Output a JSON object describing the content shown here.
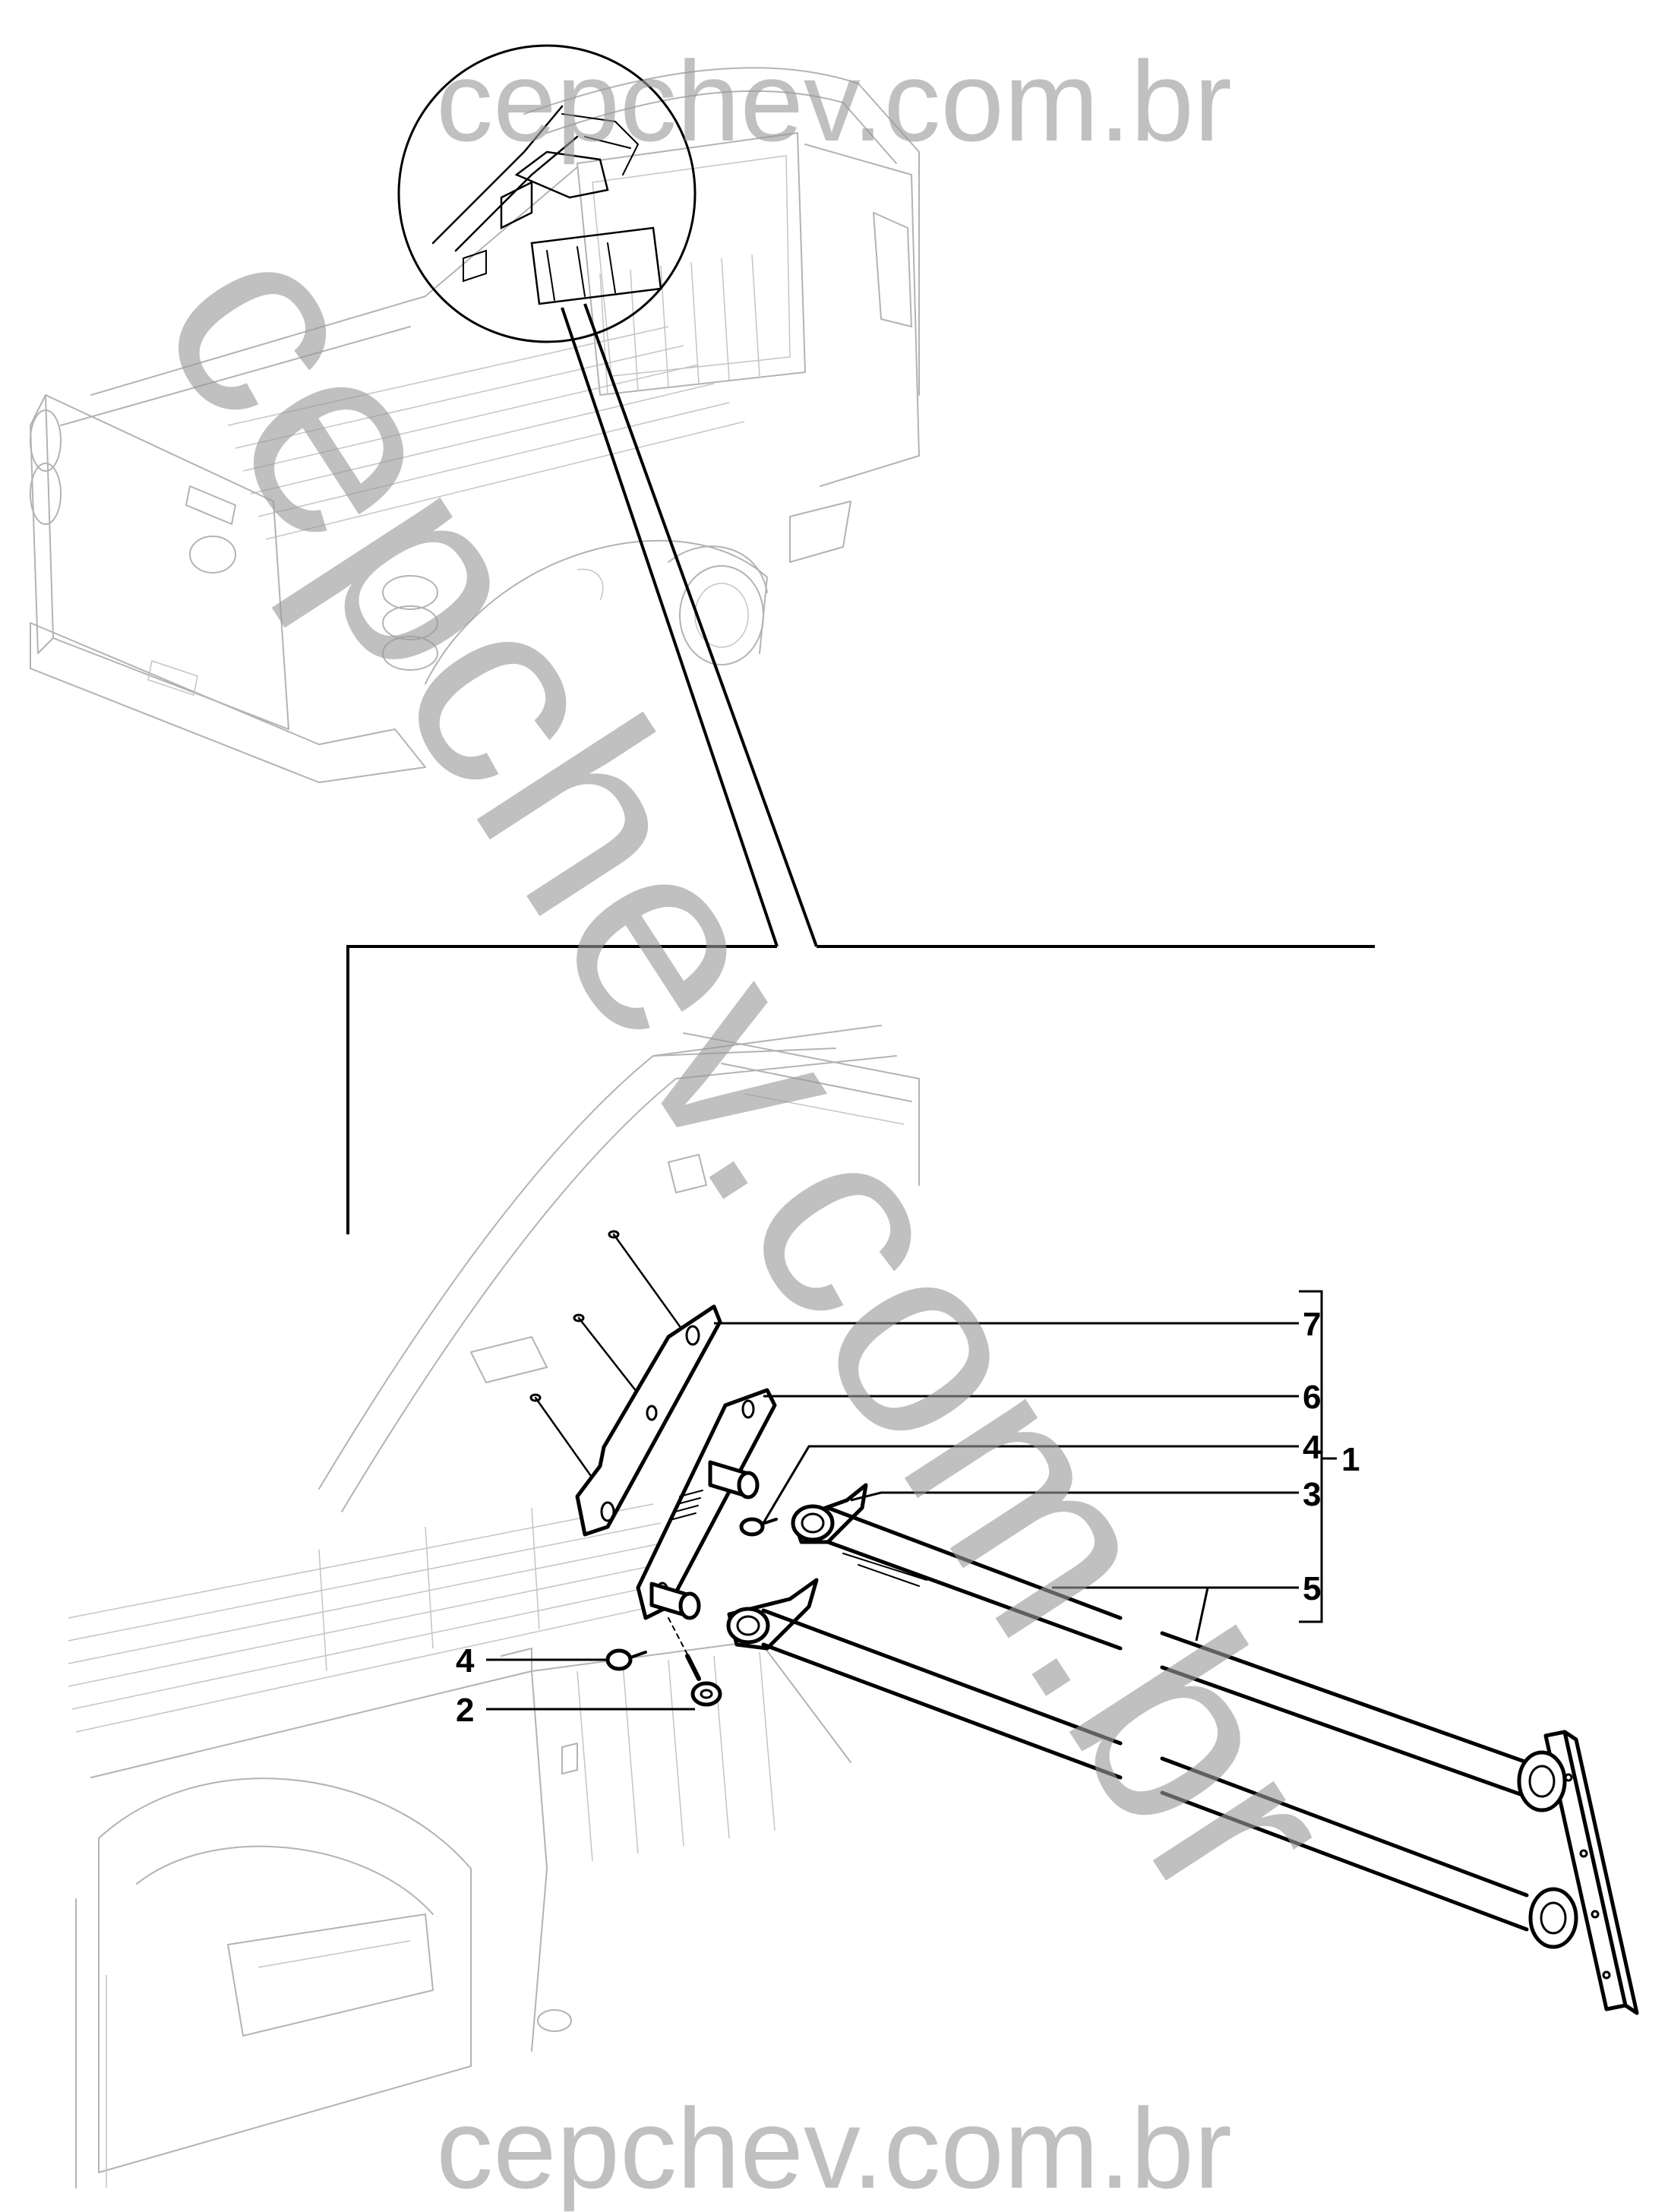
{
  "watermark": {
    "top_text": "cepchev.com.br",
    "diagonal_text": "cepchev.com.br",
    "bottom_text": "cepchev.com.br"
  },
  "callouts": [
    {
      "id": "7",
      "label": "7"
    },
    {
      "id": "6",
      "label": "6"
    },
    {
      "id": "4a",
      "label": "4"
    },
    {
      "id": "3",
      "label": "3"
    },
    {
      "id": "5",
      "label": "5"
    },
    {
      "id": "1",
      "label": "1"
    },
    {
      "id": "4b",
      "label": "4"
    },
    {
      "id": "2",
      "label": "2"
    }
  ],
  "colors": {
    "line_art": "#000000",
    "background_sketch": "#b3b3b3",
    "watermark": "#9a9a9a",
    "background": "#ffffff"
  }
}
